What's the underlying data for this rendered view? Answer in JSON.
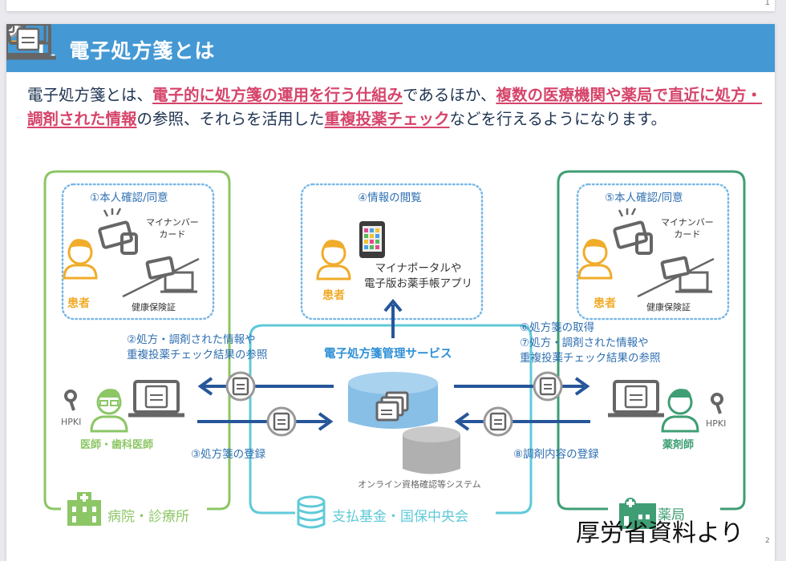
{
  "pages": [
    {
      "page_number": "1"
    },
    {
      "page_number": "2"
    }
  ],
  "slide": {
    "title": "1．電子処方箋とは",
    "intro": {
      "segments": [
        {
          "text": "電子処方箋とは、",
          "highlight": false
        },
        {
          "text": "電子的に処方箋の運用を行う仕組み",
          "highlight": true
        },
        {
          "text": "であるほか、",
          "highlight": false
        },
        {
          "text": "複数の医療機関や薬局で直近に処方・調剤された情報",
          "highlight": true
        },
        {
          "text": "の参照、それらを活用した",
          "highlight": false
        },
        {
          "text": "重複投薬チェック",
          "highlight": true
        },
        {
          "text": "などを行えるようになります。",
          "highlight": false
        }
      ]
    },
    "colors": {
      "title_bar": "#4499d4",
      "highlight": "#d6446a",
      "hospital_green": "#8cc665",
      "pharmacy_green": "#3f9e74",
      "payer_cyan": "#5fcad8",
      "arrow_navy": "#26569a",
      "patient_orange": "#f0ac2a"
    },
    "diagram": {
      "hospital": {
        "label": "病院・診療所",
        "consent_box": {
          "title": "①本人確認/同意",
          "patient": "患者",
          "card": "マイナンバー\nカード",
          "insurance": "健康保険証"
        },
        "doctor": "医師・歯科医師",
        "hpki": "HPKI",
        "step2": "②処方・調剤された情報や\n重複投薬チェック結果の参照",
        "step3": "③処方箋の登録"
      },
      "patient_view": {
        "title": "④情報の閲覧",
        "patient": "患者",
        "apps": "マイナポータルや\n電子版お薬手帳アプリ"
      },
      "center": {
        "service": "電子処方箋管理サービス",
        "online_system": "オンライン資格確認等システム",
        "payer": "支払基金・国保中央会"
      },
      "pharmacy": {
        "label": "薬局",
        "consent_box": {
          "title": "⑤本人確認/同意",
          "patient": "患者",
          "card": "マイナンバー\nカード",
          "insurance": "健康保険証"
        },
        "pharmacist": "薬剤師",
        "hpki": "HPKI",
        "step6": "⑥処方箋の取得",
        "step7": "⑦処方・調剤された情報や\n重複投薬チェック結果の参照",
        "step8": "⑧調剤内容の登録"
      }
    },
    "source_note": "厚労省資料より"
  }
}
